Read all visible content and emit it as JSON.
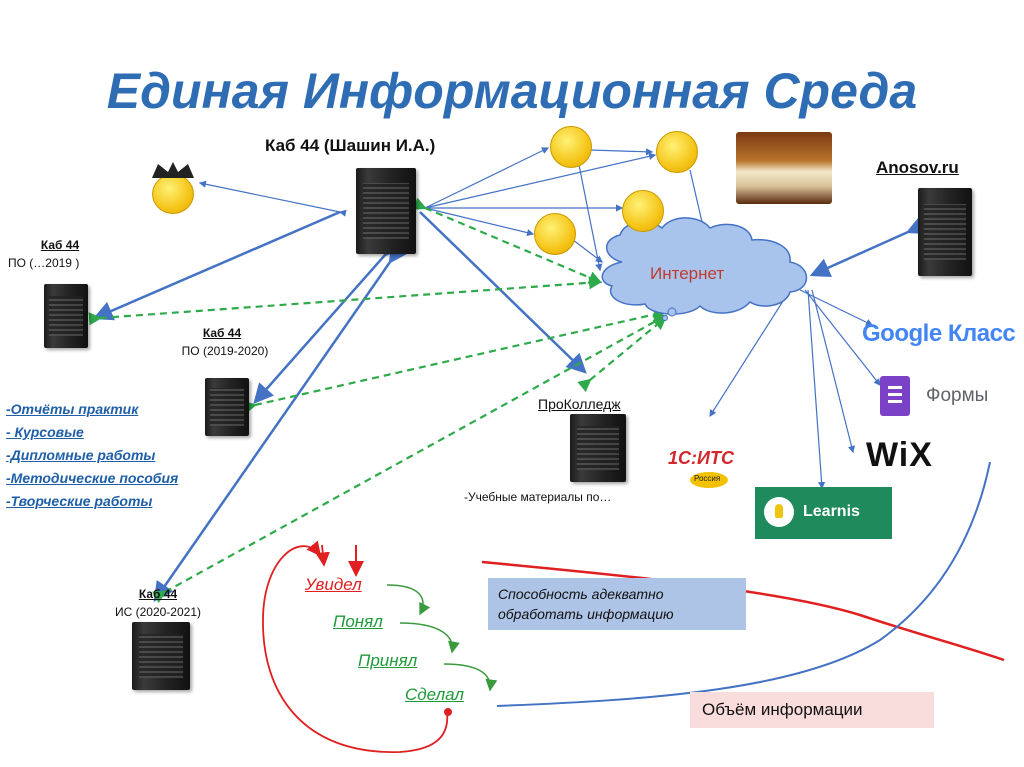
{
  "title": "Единая Информационная Среда",
  "nodes": {
    "main_server": "Каб 44 (Шашин И.А.)",
    "anosov": "Anosov.ru",
    "internet": "Интернет",
    "kab44_old_title": "Каб 44",
    "kab44_old_sub": "ПО (…2019  )",
    "kab44_mid_title": "Каб 44",
    "kab44_mid_sub": "ПО (2019-2020)",
    "kab44_is_title": "Каб 44",
    "kab44_is_sub": "ИС (2020-2021)",
    "procollege": "ПроКолледж",
    "procollege_note": "-Учебные материалы по…"
  },
  "materials": [
    "-Отчёты практик",
    "- Курсовые",
    "-Дипломные работы",
    "-Методические пособия",
    "-Творческие работы"
  ],
  "services": {
    "google": "Google Класс",
    "forms": "Формы",
    "wix": "WiX",
    "learnis": "Learnis",
    "its_main": "1С:ИТС",
    "its_sub": "Россия"
  },
  "cycle": [
    "Увидел",
    "Понял",
    "Принял",
    "Сделал"
  ],
  "notes": {
    "ability": "Способность адекватно обработать информацию",
    "volume": "Объём информации"
  },
  "colors": {
    "title": "#2e6db3",
    "arrow": "#4472c4",
    "dashed": "#2eaa4a",
    "red": "#e02020",
    "cloud": "#a9c4ec"
  }
}
